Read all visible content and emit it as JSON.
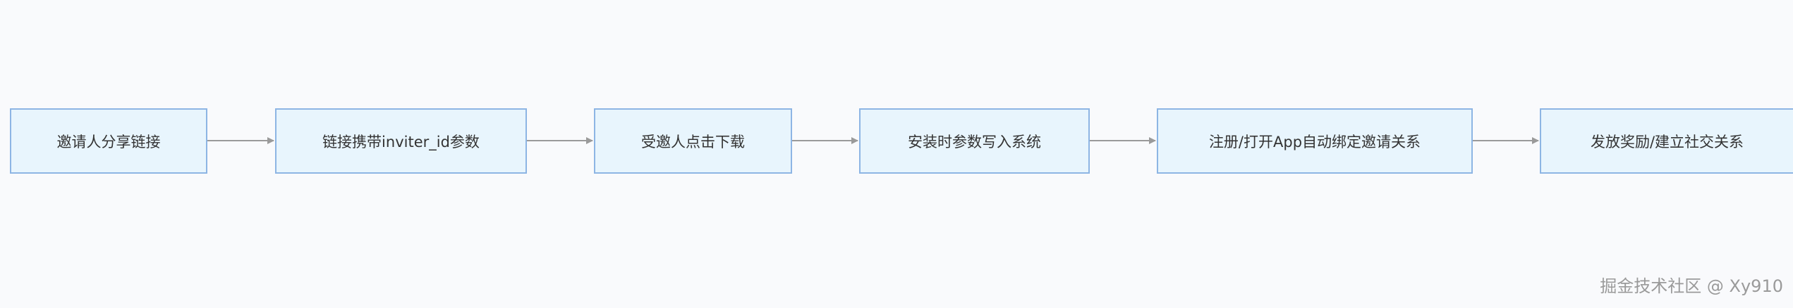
{
  "flow": {
    "nodes": [
      {
        "label": "邀请人分享链接"
      },
      {
        "label": "链接携带inviter_id参数"
      },
      {
        "label": "受邀人点击下载"
      },
      {
        "label": "安装时参数写入系统"
      },
      {
        "label": "注册/打开App自动绑定邀请关系"
      },
      {
        "label": "发放奖励/建立社交关系"
      }
    ],
    "edge_color": "#9a9a9a"
  },
  "watermark": "掘金技术社区 @ Xy910"
}
